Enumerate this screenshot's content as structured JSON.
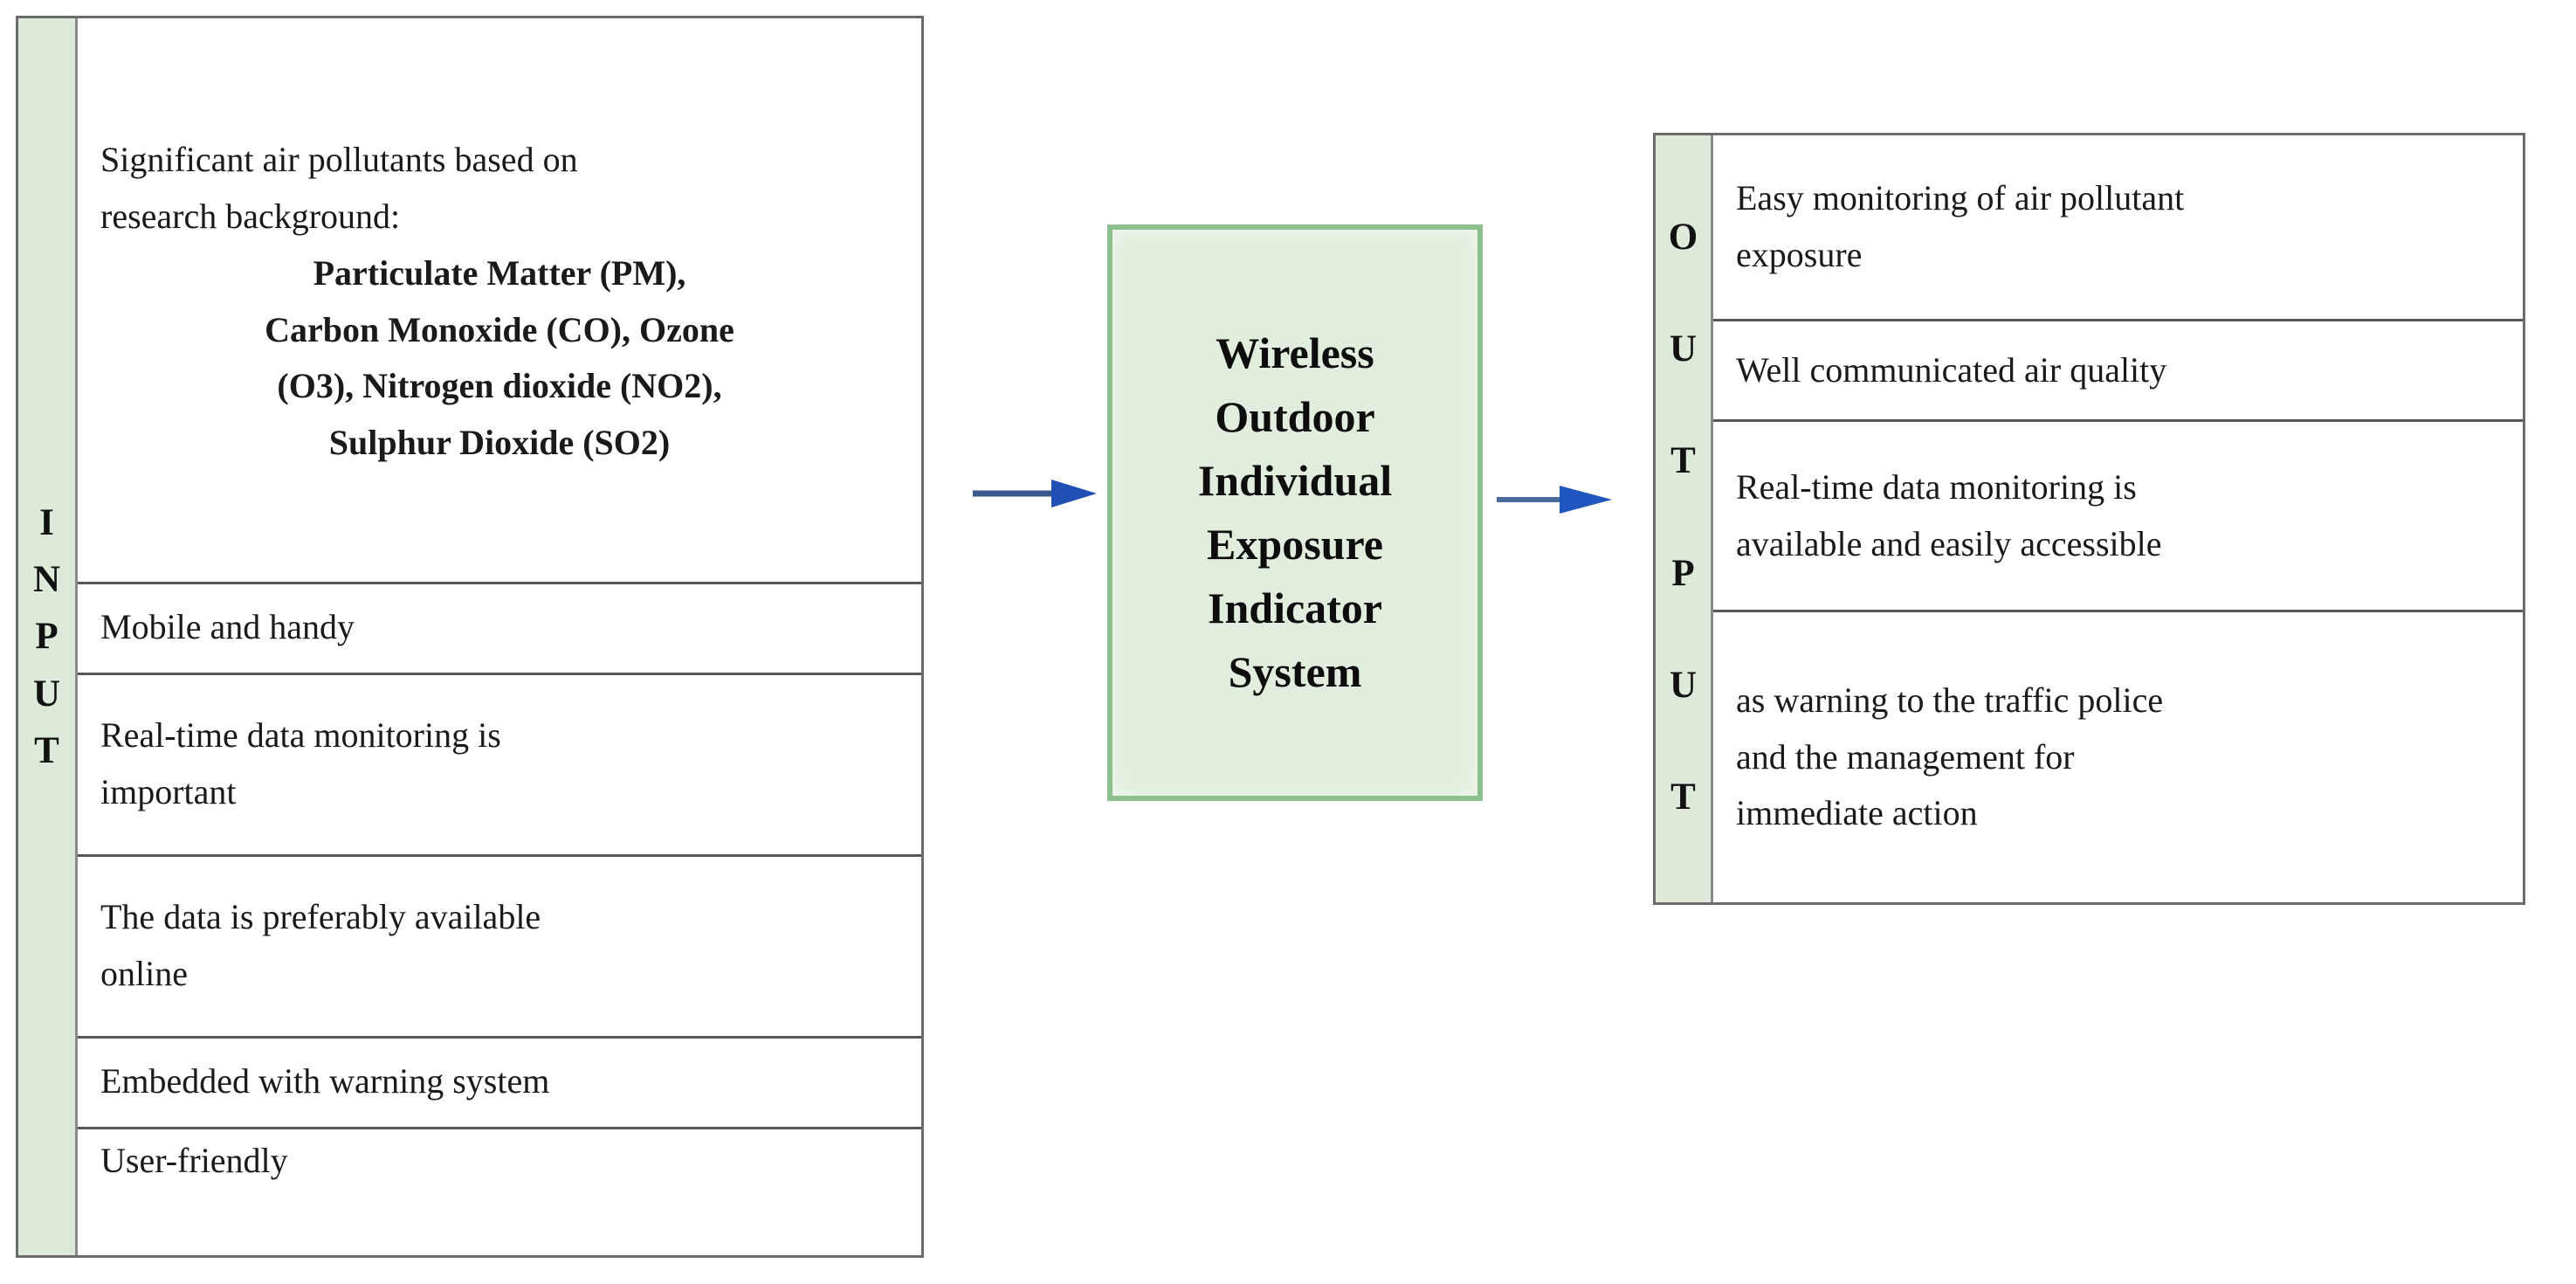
{
  "diagram": {
    "title_implicit": "Input-Process-Output block diagram",
    "colors": {
      "label_column_green": "#ddead9",
      "center_box_fill": "#e2eedd",
      "center_box_border": "#8cc08c",
      "arrow_blue": "#1f4fb5",
      "table_border": "#6b6b6b",
      "row_divider": "#585858",
      "text": "#1a1a1a"
    }
  },
  "input": {
    "label_letters": [
      "I",
      "N",
      "P",
      "U",
      "T"
    ],
    "label_word": "INPUT",
    "rows": [
      {
        "name": "pollutants",
        "lines": [
          {
            "text": "Significant air pollutants based on",
            "style": "normal"
          },
          {
            "text": "research background:",
            "style": "normal"
          },
          {
            "text": "Particulate Matter (PM),",
            "style": "bold"
          },
          {
            "text": "Carbon Monoxide (CO), Ozone",
            "style": "bold"
          },
          {
            "text": "(O3), Nitrogen dioxide (NO2),",
            "style": "bold"
          },
          {
            "text": "Sulphur Dioxide (SO2)",
            "style": "bold"
          }
        ]
      },
      {
        "name": "mobile",
        "lines": [
          {
            "text": "Mobile and handy",
            "style": "normal"
          }
        ]
      },
      {
        "name": "realtime",
        "lines": [
          {
            "text": "Real-time data monitoring is",
            "style": "normal"
          },
          {
            "text": "important",
            "style": "normal"
          }
        ]
      },
      {
        "name": "online",
        "lines": [
          {
            "text": "The data is preferably available",
            "style": "normal"
          },
          {
            "text": "online",
            "style": "normal"
          }
        ]
      },
      {
        "name": "warning-system",
        "lines": [
          {
            "text": "Embedded with warning system",
            "style": "normal"
          }
        ]
      },
      {
        "name": "user-friendly",
        "lines": [
          {
            "text": "User-friendly",
            "style": "normal"
          }
        ]
      }
    ]
  },
  "process": {
    "label": "Wireless Outdoor Individual Exposure Indicator System",
    "lines": [
      "Wireless",
      "Outdoor",
      "Individual",
      "Exposure",
      "Indicator",
      "System"
    ]
  },
  "output": {
    "label_letters": [
      "O",
      "U",
      "T",
      "P",
      "U",
      "T"
    ],
    "label_word": "OUTPUT",
    "rows": [
      {
        "name": "easy-monitoring",
        "lines": [
          {
            "text": "Easy monitoring of air pollutant"
          },
          {
            "text": "exposure"
          }
        ]
      },
      {
        "name": "well-communicated",
        "lines": [
          {
            "text": "Well communicated air quality"
          }
        ]
      },
      {
        "name": "realtime-accessible",
        "lines": [
          {
            "text": "Real-time data monitoring is"
          },
          {
            "text": "available and easily accessible"
          }
        ]
      },
      {
        "name": "traffic-police-warning",
        "lines": [
          {
            "text": "as warning to the traffic police"
          },
          {
            "text": "and the management for"
          },
          {
            "text": "immediate action"
          }
        ]
      }
    ]
  },
  "arrows": [
    {
      "name": "input-to-process",
      "direction": "right"
    },
    {
      "name": "process-to-output",
      "direction": "right"
    }
  ]
}
